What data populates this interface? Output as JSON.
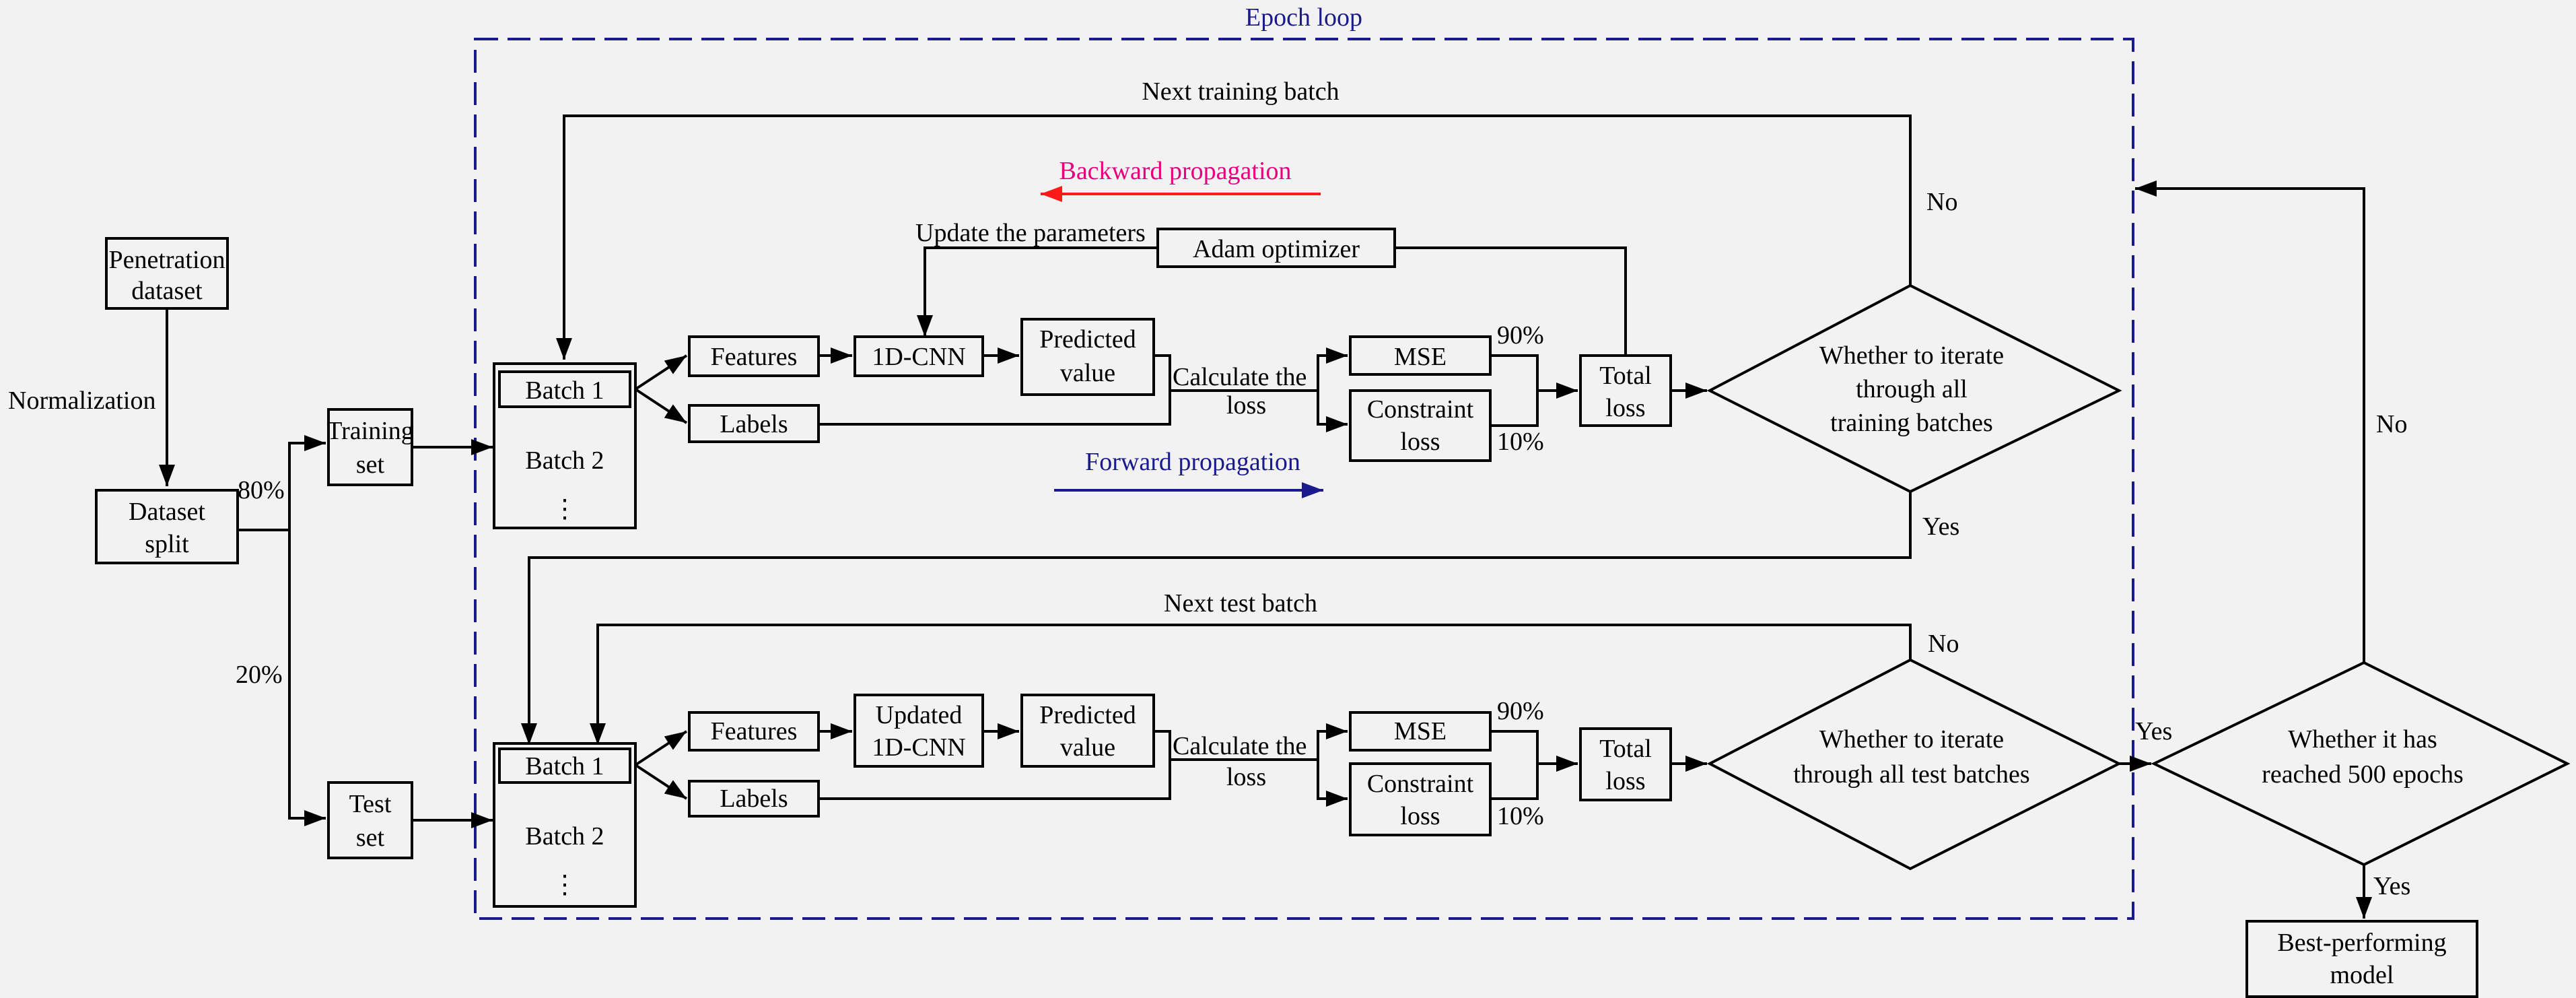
{
  "colors": {
    "background": "#f2f2f2",
    "epoch_loop": "#1a1a8c",
    "backward": "#e6007e",
    "backward_arrow": "#ff1a1a",
    "forward": "#1a1a8c"
  },
  "epoch_loop_label": "Epoch loop",
  "left": {
    "penetration_1": "Penetration",
    "penetration_2": "dataset",
    "normalization": "Normalization",
    "split_1": "Dataset",
    "split_2": "split",
    "pct_80": "80%",
    "pct_20": "20%",
    "training_1": "Training",
    "training_2": "set",
    "test_1": "Test",
    "test_2": "set"
  },
  "train": {
    "next_batch": "Next training batch",
    "backward": "Backward propagation",
    "update": "Update the parameters",
    "adam": "Adam optimizer",
    "batch1": "Batch 1",
    "batch2": "Batch 2",
    "dots": "⋮",
    "features": "Features",
    "labels": "Labels",
    "model": "1D-CNN",
    "pred_1": "Predicted",
    "pred_2": "value",
    "calc_1": "Calculate the",
    "calc_2": "loss",
    "mse": "MSE",
    "cons_1": "Constraint",
    "cons_2": "loss",
    "pct_90": "90%",
    "pct_10": "10%",
    "total_1": "Total",
    "total_2": "loss",
    "forward": "Forward propagation",
    "decision_1": "Whether to iterate",
    "decision_2": "through all",
    "decision_3": "training batches",
    "no": "No",
    "yes": "Yes"
  },
  "test": {
    "next_batch": "Next test batch",
    "batch1": "Batch 1",
    "batch2": "Batch 2",
    "dots": "⋮",
    "features": "Features",
    "labels": "Labels",
    "model_1": "Updated",
    "model_2": "1D-CNN",
    "pred_1": "Predicted",
    "pred_2": "value",
    "calc_1": "Calculate the",
    "calc_2": "loss",
    "mse": "MSE",
    "cons_1": "Constraint",
    "cons_2": "loss",
    "pct_90": "90%",
    "pct_10": "10%",
    "total_1": "Total",
    "total_2": "loss",
    "decision_1": "Whether to iterate",
    "decision_2": "through all test batches",
    "no": "No",
    "yes": "Yes"
  },
  "epoch_check": {
    "decision_1": "Whether it has",
    "decision_2": "reached 500 epochs",
    "no": "No",
    "yes": "Yes",
    "best_1": "Best-performing",
    "best_2": "model"
  }
}
